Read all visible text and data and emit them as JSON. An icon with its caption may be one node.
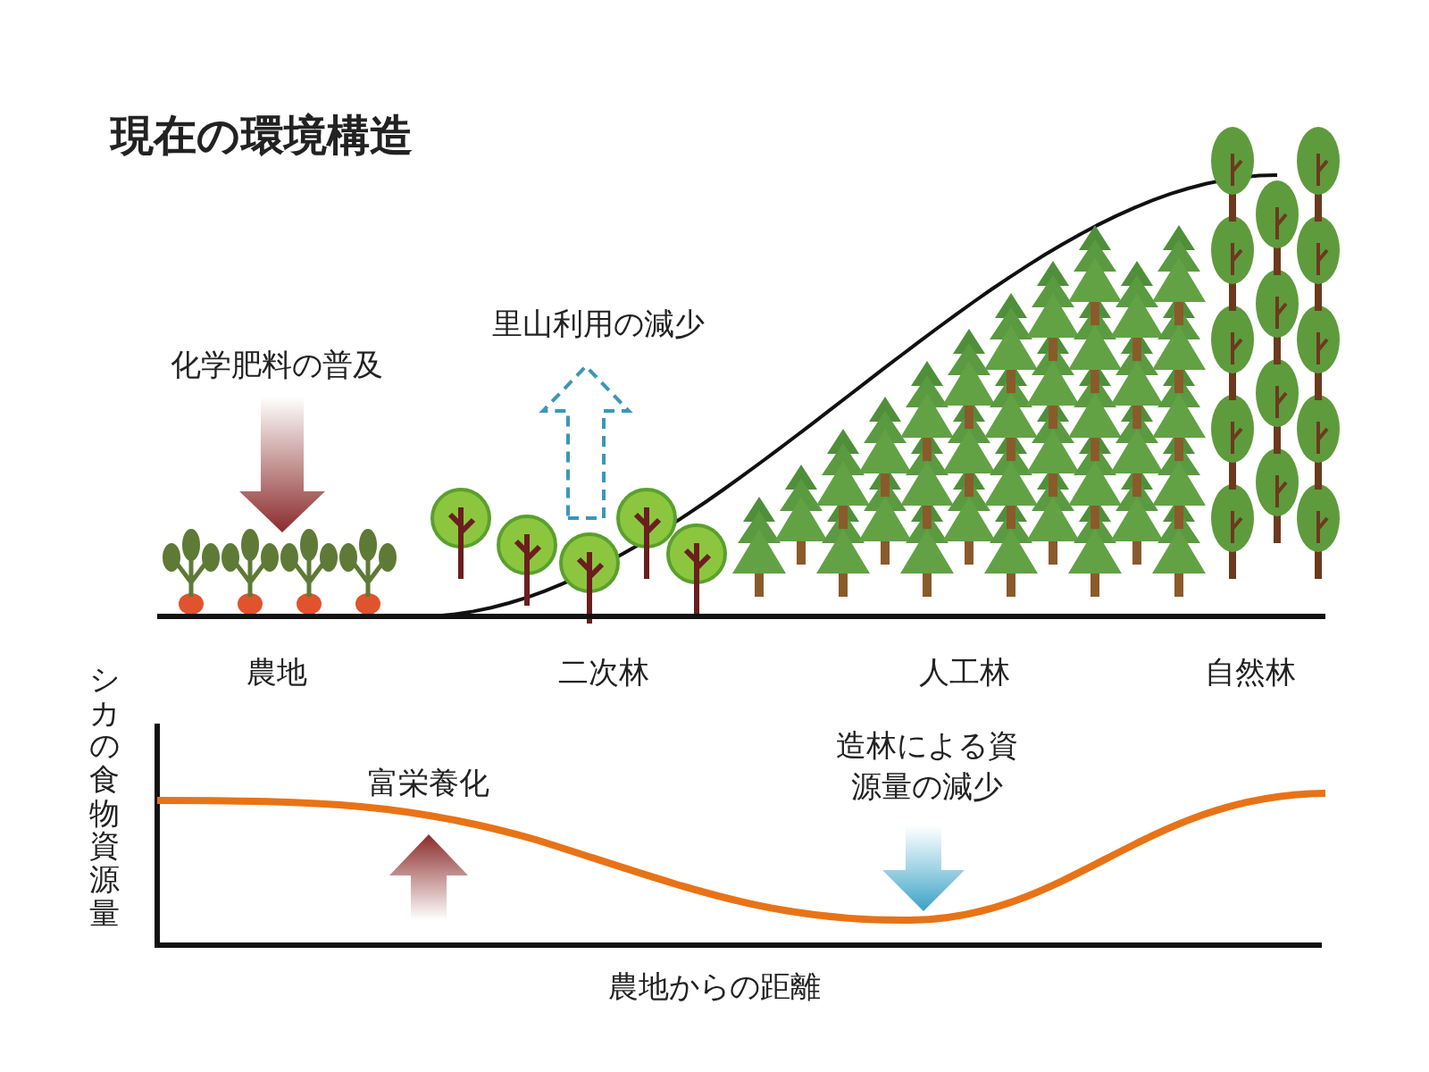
{
  "diagram": {
    "title": "現在の環境構造",
    "labels": [
      "化学肥料の普及",
      "里山利用の減少",
      "農地",
      "二次林",
      "人工林",
      "自然林",
      "シカの食物資源量",
      "富栄養化",
      "造林による資源量の減少",
      "農地からの距離"
    ]
  }
}
